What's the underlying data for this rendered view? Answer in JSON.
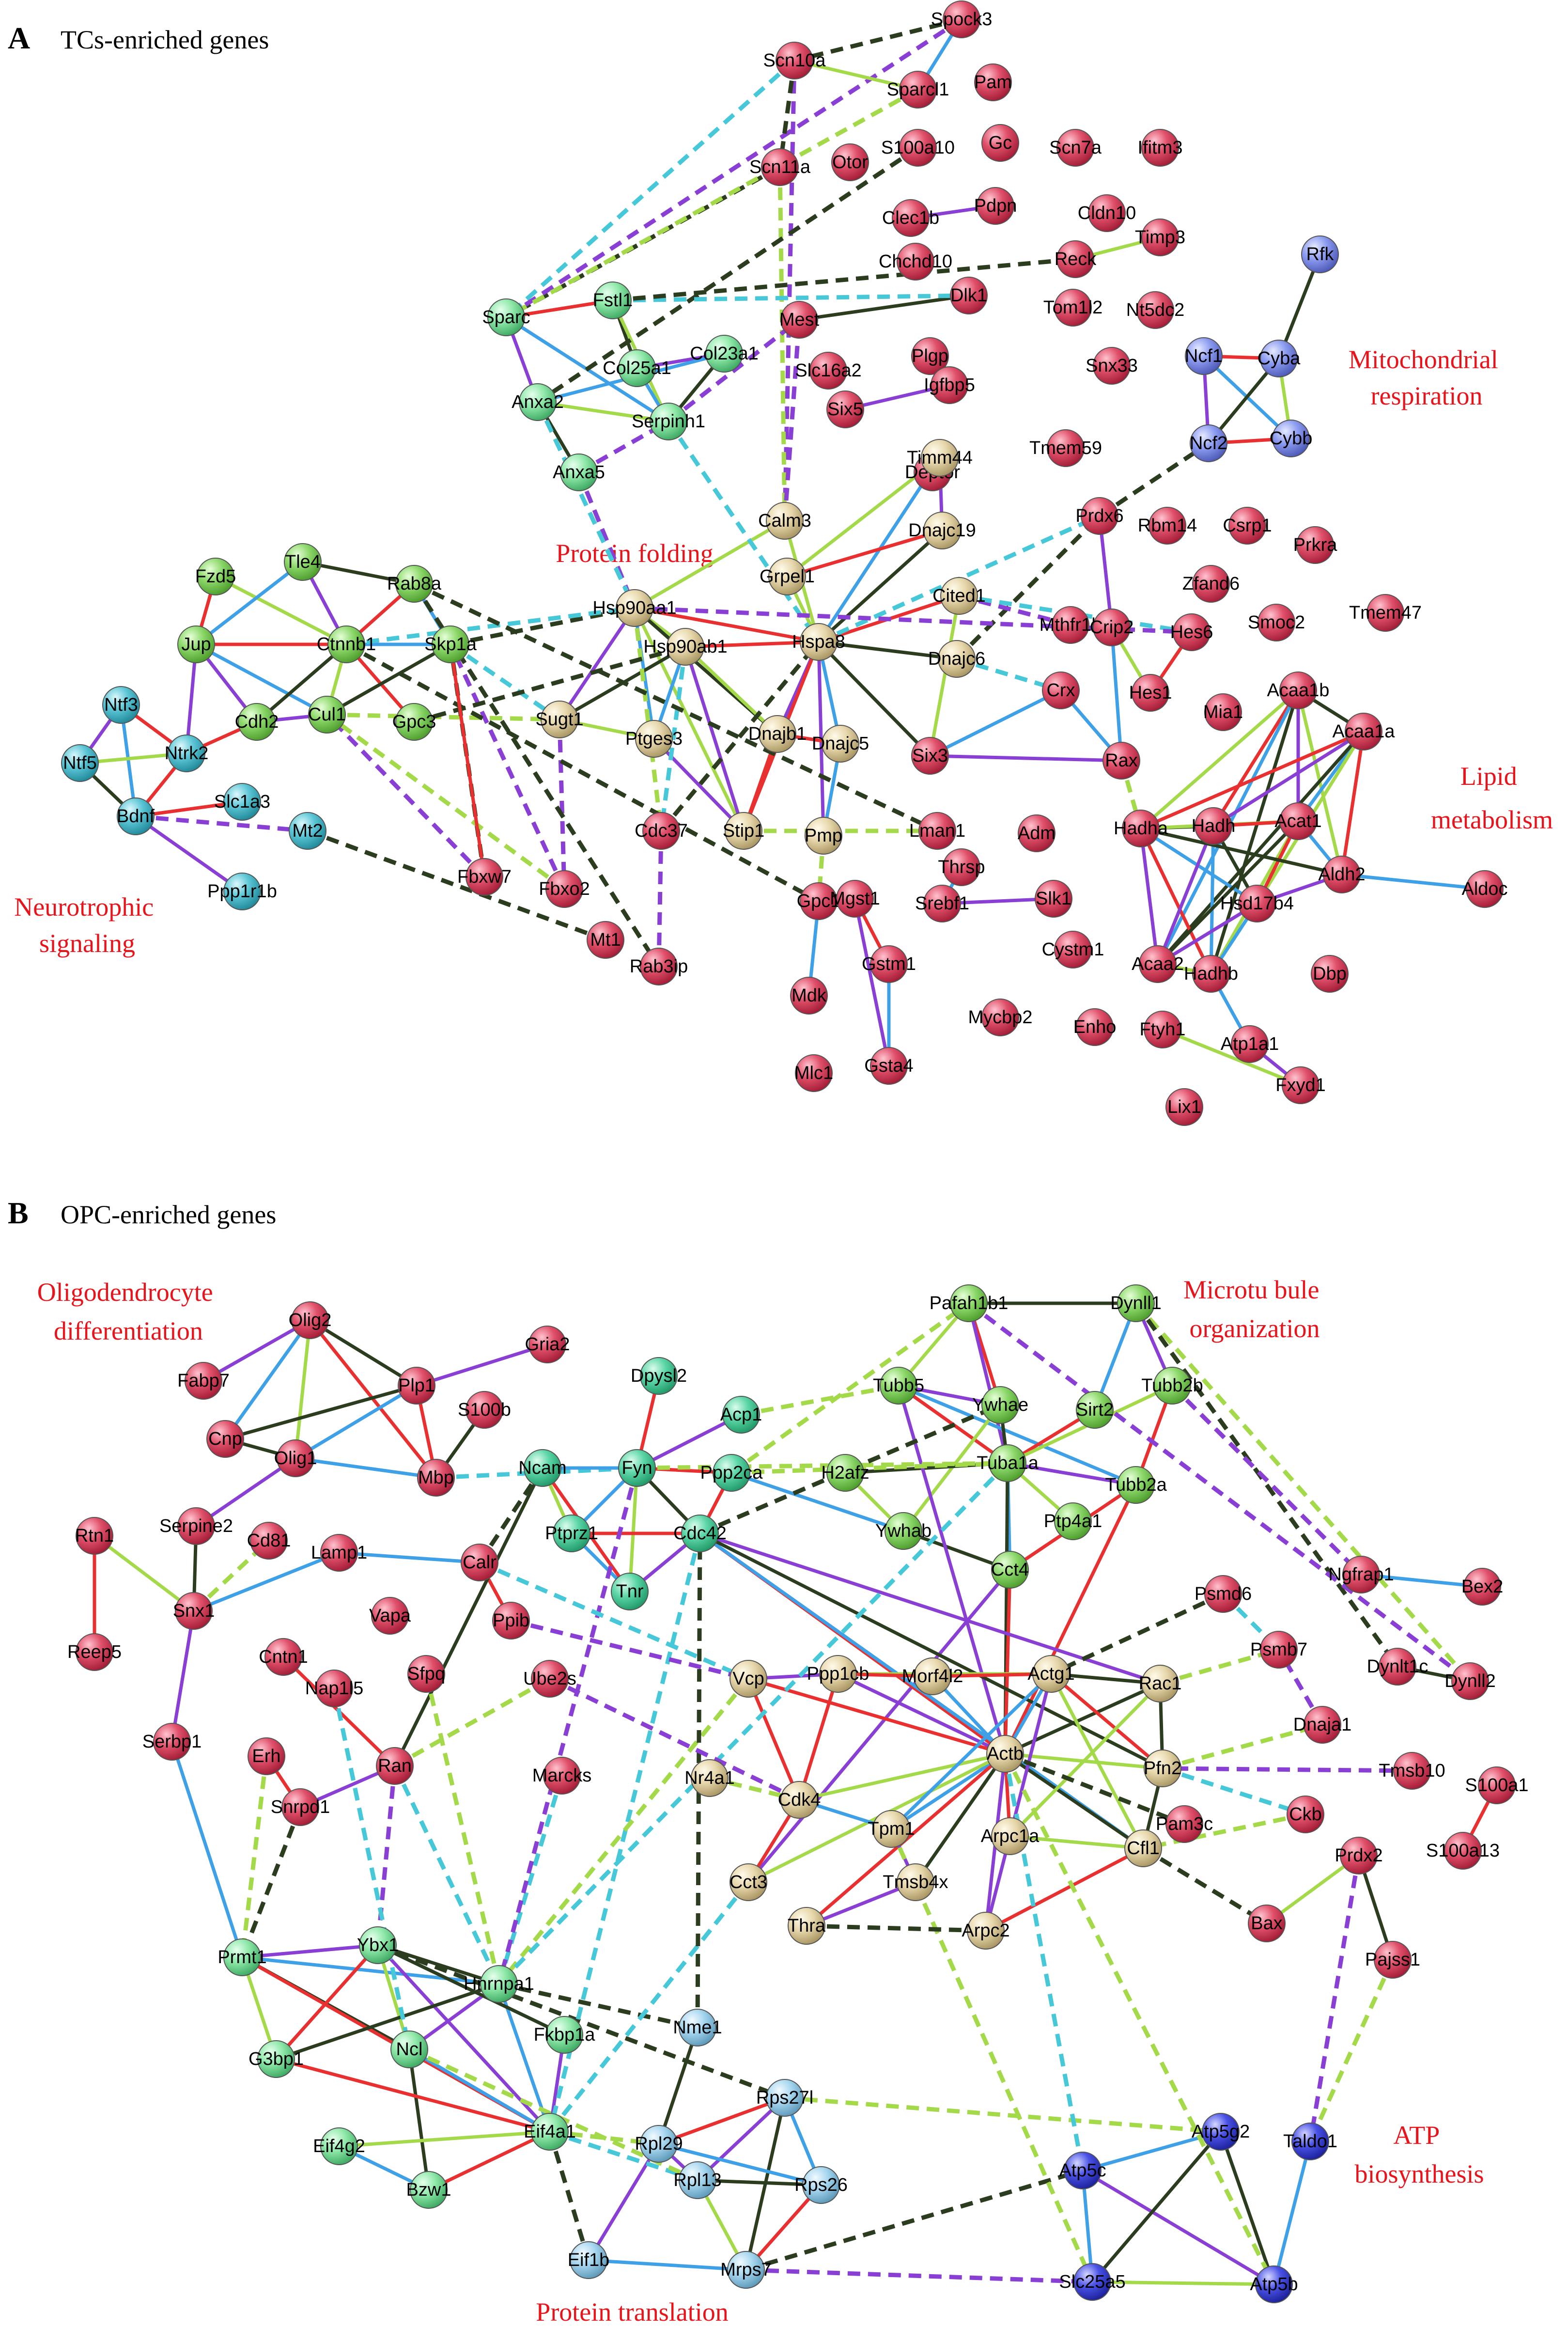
{
  "panels": [
    {
      "letter": "A",
      "title": "TCs-enriched genes",
      "cluster_labels": [
        {
          "lines": [
            "Mitochondrial",
            "respiration"
          ]
        },
        {
          "lines": [
            "Protein folding"
          ]
        },
        {
          "lines": [
            "Lipid",
            "metabolism"
          ]
        },
        {
          "lines": [
            "Neurotrophic",
            "signaling"
          ]
        }
      ],
      "nodes": [
        {
          "id": "Spock3",
          "g": "red"
        },
        {
          "id": "Scn10a",
          "g": "red"
        },
        {
          "id": "Sparcl1",
          "g": "red"
        },
        {
          "id": "Pam",
          "g": "red"
        },
        {
          "id": "S100a10",
          "g": "red"
        },
        {
          "id": "Gc",
          "g": "red"
        },
        {
          "id": "Scn11a",
          "g": "red"
        },
        {
          "id": "Otor",
          "g": "red"
        },
        {
          "id": "Scn7a",
          "g": "red"
        },
        {
          "id": "Ifitm3",
          "g": "red"
        },
        {
          "id": "Clec1b",
          "g": "red"
        },
        {
          "id": "Pdpn",
          "g": "red"
        },
        {
          "id": "Cldn10",
          "g": "red"
        },
        {
          "id": "Timp3",
          "g": "red"
        },
        {
          "id": "Chchd10",
          "g": "red"
        },
        {
          "id": "Reck",
          "g": "red"
        },
        {
          "id": "Tom1l2",
          "g": "red"
        },
        {
          "id": "Nt5dc2",
          "g": "red"
        },
        {
          "id": "Mest",
          "g": "red"
        },
        {
          "id": "Dlk1",
          "g": "red"
        },
        {
          "id": "Slc16a2",
          "g": "red"
        },
        {
          "id": "Plgp",
          "g": "red"
        },
        {
          "id": "Snx33",
          "g": "red"
        },
        {
          "id": "Six5",
          "g": "red"
        },
        {
          "id": "Igfbp5",
          "g": "red"
        },
        {
          "id": "Tmem59",
          "g": "red"
        },
        {
          "id": "Deptor",
          "g": "red"
        },
        {
          "id": "Prdx6",
          "g": "red"
        },
        {
          "id": "Rbm14",
          "g": "red"
        },
        {
          "id": "Csrp1",
          "g": "red"
        },
        {
          "id": "Prkra",
          "g": "red"
        },
        {
          "id": "Zfand6",
          "g": "red"
        },
        {
          "id": "Tmem47",
          "g": "red"
        },
        {
          "id": "Mthfr1b",
          "g": "red"
        },
        {
          "id": "Crip2",
          "g": "red"
        },
        {
          "id": "Hes6",
          "g": "red"
        },
        {
          "id": "Smoc2",
          "g": "red"
        },
        {
          "id": "Crx",
          "g": "red"
        },
        {
          "id": "Hes1",
          "g": "red"
        },
        {
          "id": "Mia1",
          "g": "red"
        },
        {
          "id": "Six3",
          "g": "red"
        },
        {
          "id": "Rax",
          "g": "red"
        },
        {
          "id": "Cdc37",
          "g": "red"
        },
        {
          "id": "Lman1",
          "g": "red"
        },
        {
          "id": "Thrsp",
          "g": "red"
        },
        {
          "id": "Adm",
          "g": "red"
        },
        {
          "id": "Srebf1",
          "g": "red"
        },
        {
          "id": "Slk1",
          "g": "red"
        },
        {
          "id": "Gpc1",
          "g": "red"
        },
        {
          "id": "Mgst1",
          "g": "red"
        },
        {
          "id": "Cystm1",
          "g": "red"
        },
        {
          "id": "Fbxw7",
          "g": "red"
        },
        {
          "id": "Fbxo2",
          "g": "red"
        },
        {
          "id": "Mt1",
          "g": "red"
        },
        {
          "id": "Rab3ip",
          "g": "red"
        },
        {
          "id": "Mdk",
          "g": "red"
        },
        {
          "id": "Gstm1",
          "g": "red"
        },
        {
          "id": "Mycbp2",
          "g": "red"
        },
        {
          "id": "Enho",
          "g": "red"
        },
        {
          "id": "Ftyh1",
          "g": "red"
        },
        {
          "id": "Mlc1",
          "g": "red"
        },
        {
          "id": "Gsta4",
          "g": "red"
        },
        {
          "id": "Dbp",
          "g": "red"
        },
        {
          "id": "Atp1a1",
          "g": "red"
        },
        {
          "id": "Fxyd1",
          "g": "red"
        },
        {
          "id": "Lix1",
          "g": "red"
        },
        {
          "id": "Acaa1b",
          "g": "red"
        },
        {
          "id": "Acaa1a",
          "g": "red"
        },
        {
          "id": "Hadha",
          "g": "red"
        },
        {
          "id": "Hadh",
          "g": "red"
        },
        {
          "id": "Acat1",
          "g": "red"
        },
        {
          "id": "Aldh2",
          "g": "red"
        },
        {
          "id": "Aldoc",
          "g": "red"
        },
        {
          "id": "Hsd17b4",
          "g": "red"
        },
        {
          "id": "Acaa2",
          "g": "red"
        },
        {
          "id": "Hadhb",
          "g": "red"
        },
        {
          "id": "Rfk",
          "g": "blue"
        },
        {
          "id": "Ncf1",
          "g": "blue"
        },
        {
          "id": "Cyba",
          "g": "blue"
        },
        {
          "id": "Ncf2",
          "g": "blue"
        },
        {
          "id": "Cybb",
          "g": "blue"
        },
        {
          "id": "Sparc",
          "g": "green"
        },
        {
          "id": "Fstl1",
          "g": "green"
        },
        {
          "id": "Col25a1",
          "g": "green"
        },
        {
          "id": "Col23a1",
          "g": "green"
        },
        {
          "id": "Anxa2",
          "g": "green"
        },
        {
          "id": "Serpinh1",
          "g": "green"
        },
        {
          "id": "Anxa5",
          "g": "green"
        },
        {
          "id": "Fzd5",
          "g": "lime"
        },
        {
          "id": "Tle4",
          "g": "lime"
        },
        {
          "id": "Rab8a",
          "g": "lime"
        },
        {
          "id": "Jup",
          "g": "lime"
        },
        {
          "id": "Ctnnb1",
          "g": "lime"
        },
        {
          "id": "Skp1a",
          "g": "lime"
        },
        {
          "id": "Cdh2",
          "g": "lime"
        },
        {
          "id": "Cul1",
          "g": "lime"
        },
        {
          "id": "Gpc3",
          "g": "lime"
        },
        {
          "id": "Timm44",
          "g": "tan"
        },
        {
          "id": "Calm3",
          "g": "tan"
        },
        {
          "id": "Dnajc19",
          "g": "tan"
        },
        {
          "id": "Grpel1",
          "g": "tan"
        },
        {
          "id": "Hsp90aa1",
          "g": "tan"
        },
        {
          "id": "Cited1",
          "g": "tan"
        },
        {
          "id": "Hsp90ab1",
          "g": "tan"
        },
        {
          "id": "Hspa8",
          "g": "tan"
        },
        {
          "id": "Dnajc6",
          "g": "tan"
        },
        {
          "id": "Sugt1",
          "g": "tan"
        },
        {
          "id": "Ptges3",
          "g": "tan"
        },
        {
          "id": "Dnajb1",
          "g": "tan"
        },
        {
          "id": "Dnajc5",
          "g": "tan"
        },
        {
          "id": "Stip1",
          "g": "tan"
        },
        {
          "id": "Pmp",
          "g": "tan"
        },
        {
          "id": "Ntf3",
          "g": "cyan"
        },
        {
          "id": "Ntrk2",
          "g": "cyan"
        },
        {
          "id": "Ntf5",
          "g": "cyan"
        },
        {
          "id": "Bdnf",
          "g": "cyan"
        },
        {
          "id": "Slc1a3",
          "g": "cyan"
        },
        {
          "id": "Mt2",
          "g": "cyan"
        },
        {
          "id": "Ppp1r1b",
          "g": "cyan"
        }
      ]
    },
    {
      "letter": "B",
      "title": "OPC-enriched genes",
      "cluster_labels": [
        {
          "lines": [
            "Oligodendrocyte",
            "differentiation"
          ]
        },
        {
          "lines": [
            "Microtu bule",
            "organization"
          ]
        },
        {
          "lines": [
            "ATP",
            "biosynthesis"
          ]
        },
        {
          "lines": [
            "Protein translation"
          ]
        }
      ],
      "nodes": [
        {
          "id": "Olig2",
          "g": "red"
        },
        {
          "id": "Gria2",
          "g": "red"
        },
        {
          "id": "Fabp7",
          "g": "red"
        },
        {
          "id": "Plp1",
          "g": "red"
        },
        {
          "id": "S100b",
          "g": "red"
        },
        {
          "id": "Cnp",
          "g": "red"
        },
        {
          "id": "Olig1",
          "g": "red"
        },
        {
          "id": "Mbp",
          "g": "red"
        },
        {
          "id": "Rtn1",
          "g": "red"
        },
        {
          "id": "Serpine2",
          "g": "red"
        },
        {
          "id": "Cd81",
          "g": "red"
        },
        {
          "id": "Lamp1",
          "g": "red"
        },
        {
          "id": "Calr",
          "g": "red"
        },
        {
          "id": "Snx1",
          "g": "red"
        },
        {
          "id": "Vapa",
          "g": "red"
        },
        {
          "id": "Ppib",
          "g": "red"
        },
        {
          "id": "Reep5",
          "g": "red"
        },
        {
          "id": "Cntn1",
          "g": "red"
        },
        {
          "id": "Nap1l5",
          "g": "red"
        },
        {
          "id": "Sfpq",
          "g": "red"
        },
        {
          "id": "Ube2s",
          "g": "red"
        },
        {
          "id": "Serbp1",
          "g": "red"
        },
        {
          "id": "Erh",
          "g": "red"
        },
        {
          "id": "Ran",
          "g": "red"
        },
        {
          "id": "Marcks",
          "g": "red"
        },
        {
          "id": "Snrpd1",
          "g": "red"
        },
        {
          "id": "Ngfrap1",
          "g": "red"
        },
        {
          "id": "Bex2",
          "g": "red"
        },
        {
          "id": "Psmd6",
          "g": "red"
        },
        {
          "id": "Psmb7",
          "g": "red"
        },
        {
          "id": "Dynlt1c",
          "g": "red"
        },
        {
          "id": "Dynll2",
          "g": "red"
        },
        {
          "id": "Dnaja1",
          "g": "red"
        },
        {
          "id": "Tmsb10",
          "g": "red"
        },
        {
          "id": "S100a1",
          "g": "red"
        },
        {
          "id": "Ckb",
          "g": "red"
        },
        {
          "id": "Pam3c",
          "g": "red"
        },
        {
          "id": "Prdx2",
          "g": "red"
        },
        {
          "id": "S100a13",
          "g": "red"
        },
        {
          "id": "Bax",
          "g": "red"
        },
        {
          "id": "Pajss1",
          "g": "red"
        },
        {
          "id": "Dpysl2",
          "g": "teal"
        },
        {
          "id": "Acp1",
          "g": "teal"
        },
        {
          "id": "Ncam",
          "g": "teal"
        },
        {
          "id": "Fyn",
          "g": "teal"
        },
        {
          "id": "Ppp2ca",
          "g": "teal"
        },
        {
          "id": "Ptprz1",
          "g": "teal"
        },
        {
          "id": "Cdc42",
          "g": "teal"
        },
        {
          "id": "Tnr",
          "g": "teal"
        },
        {
          "id": "Pafah1b1",
          "g": "lime"
        },
        {
          "id": "Dynll1",
          "g": "lime"
        },
        {
          "id": "Tubb5",
          "g": "lime"
        },
        {
          "id": "Ywhae",
          "g": "lime"
        },
        {
          "id": "Sirt2",
          "g": "lime"
        },
        {
          "id": "Tubb2b",
          "g": "lime"
        },
        {
          "id": "H2afz",
          "g": "lime"
        },
        {
          "id": "Tuba1a",
          "g": "lime"
        },
        {
          "id": "Tubb2a",
          "g": "lime"
        },
        {
          "id": "Ptp4a1",
          "g": "lime"
        },
        {
          "id": "Ywhab",
          "g": "lime"
        },
        {
          "id": "Cct4",
          "g": "lime"
        },
        {
          "id": "Vcp",
          "g": "tan"
        },
        {
          "id": "Ppp1cb",
          "g": "tan"
        },
        {
          "id": "Morf4l2",
          "g": "tan"
        },
        {
          "id": "Actg1",
          "g": "tan"
        },
        {
          "id": "Rac1",
          "g": "tan"
        },
        {
          "id": "Actb",
          "g": "tan"
        },
        {
          "id": "Nr4a1",
          "g": "tan"
        },
        {
          "id": "Cdk4",
          "g": "tan"
        },
        {
          "id": "Pfn2",
          "g": "tan"
        },
        {
          "id": "Tpm1",
          "g": "tan"
        },
        {
          "id": "Arpc1a",
          "g": "tan"
        },
        {
          "id": "Cfl1",
          "g": "tan"
        },
        {
          "id": "Cct3",
          "g": "tan"
        },
        {
          "id": "Tmsb4x",
          "g": "tan"
        },
        {
          "id": "Thra",
          "g": "tan"
        },
        {
          "id": "Arpc2",
          "g": "tan"
        },
        {
          "id": "Prmt1",
          "g": "green"
        },
        {
          "id": "Ybx1",
          "g": "green"
        },
        {
          "id": "Hnrnpa1",
          "g": "green"
        },
        {
          "id": "Fkbp1a",
          "g": "green"
        },
        {
          "id": "Ncl",
          "g": "green"
        },
        {
          "id": "G3bp1",
          "g": "green"
        },
        {
          "id": "Eif4a1",
          "g": "green"
        },
        {
          "id": "Eif4g2",
          "g": "green"
        },
        {
          "id": "Bzw1",
          "g": "green"
        },
        {
          "id": "Nme1",
          "g": "sky"
        },
        {
          "id": "Rps27l",
          "g": "sky"
        },
        {
          "id": "Rpl29",
          "g": "sky"
        },
        {
          "id": "Rpl13",
          "g": "sky"
        },
        {
          "id": "Rps26",
          "g": "sky"
        },
        {
          "id": "Eif1b",
          "g": "sky"
        },
        {
          "id": "Mrps7",
          "g": "sky"
        },
        {
          "id": "Atp5g2",
          "g": "navy"
        },
        {
          "id": "Taldo1",
          "g": "navy"
        },
        {
          "id": "Atp5c",
          "g": "navy"
        },
        {
          "id": "Slc25a5",
          "g": "navy"
        },
        {
          "id": "Atp5b",
          "g": "navy"
        }
      ]
    }
  ],
  "colors": {
    "red": "#e0506a",
    "blue": "#8c9cf0",
    "green": "#8ee8a8",
    "lime": "#8cd86a",
    "tan": "#e6d6aa",
    "cyan": "#5cc6d6",
    "teal": "#5cd6a6",
    "sky": "#a6d6ef",
    "navy": "#4a52e6",
    "cluster_label": "#e8141b"
  }
}
